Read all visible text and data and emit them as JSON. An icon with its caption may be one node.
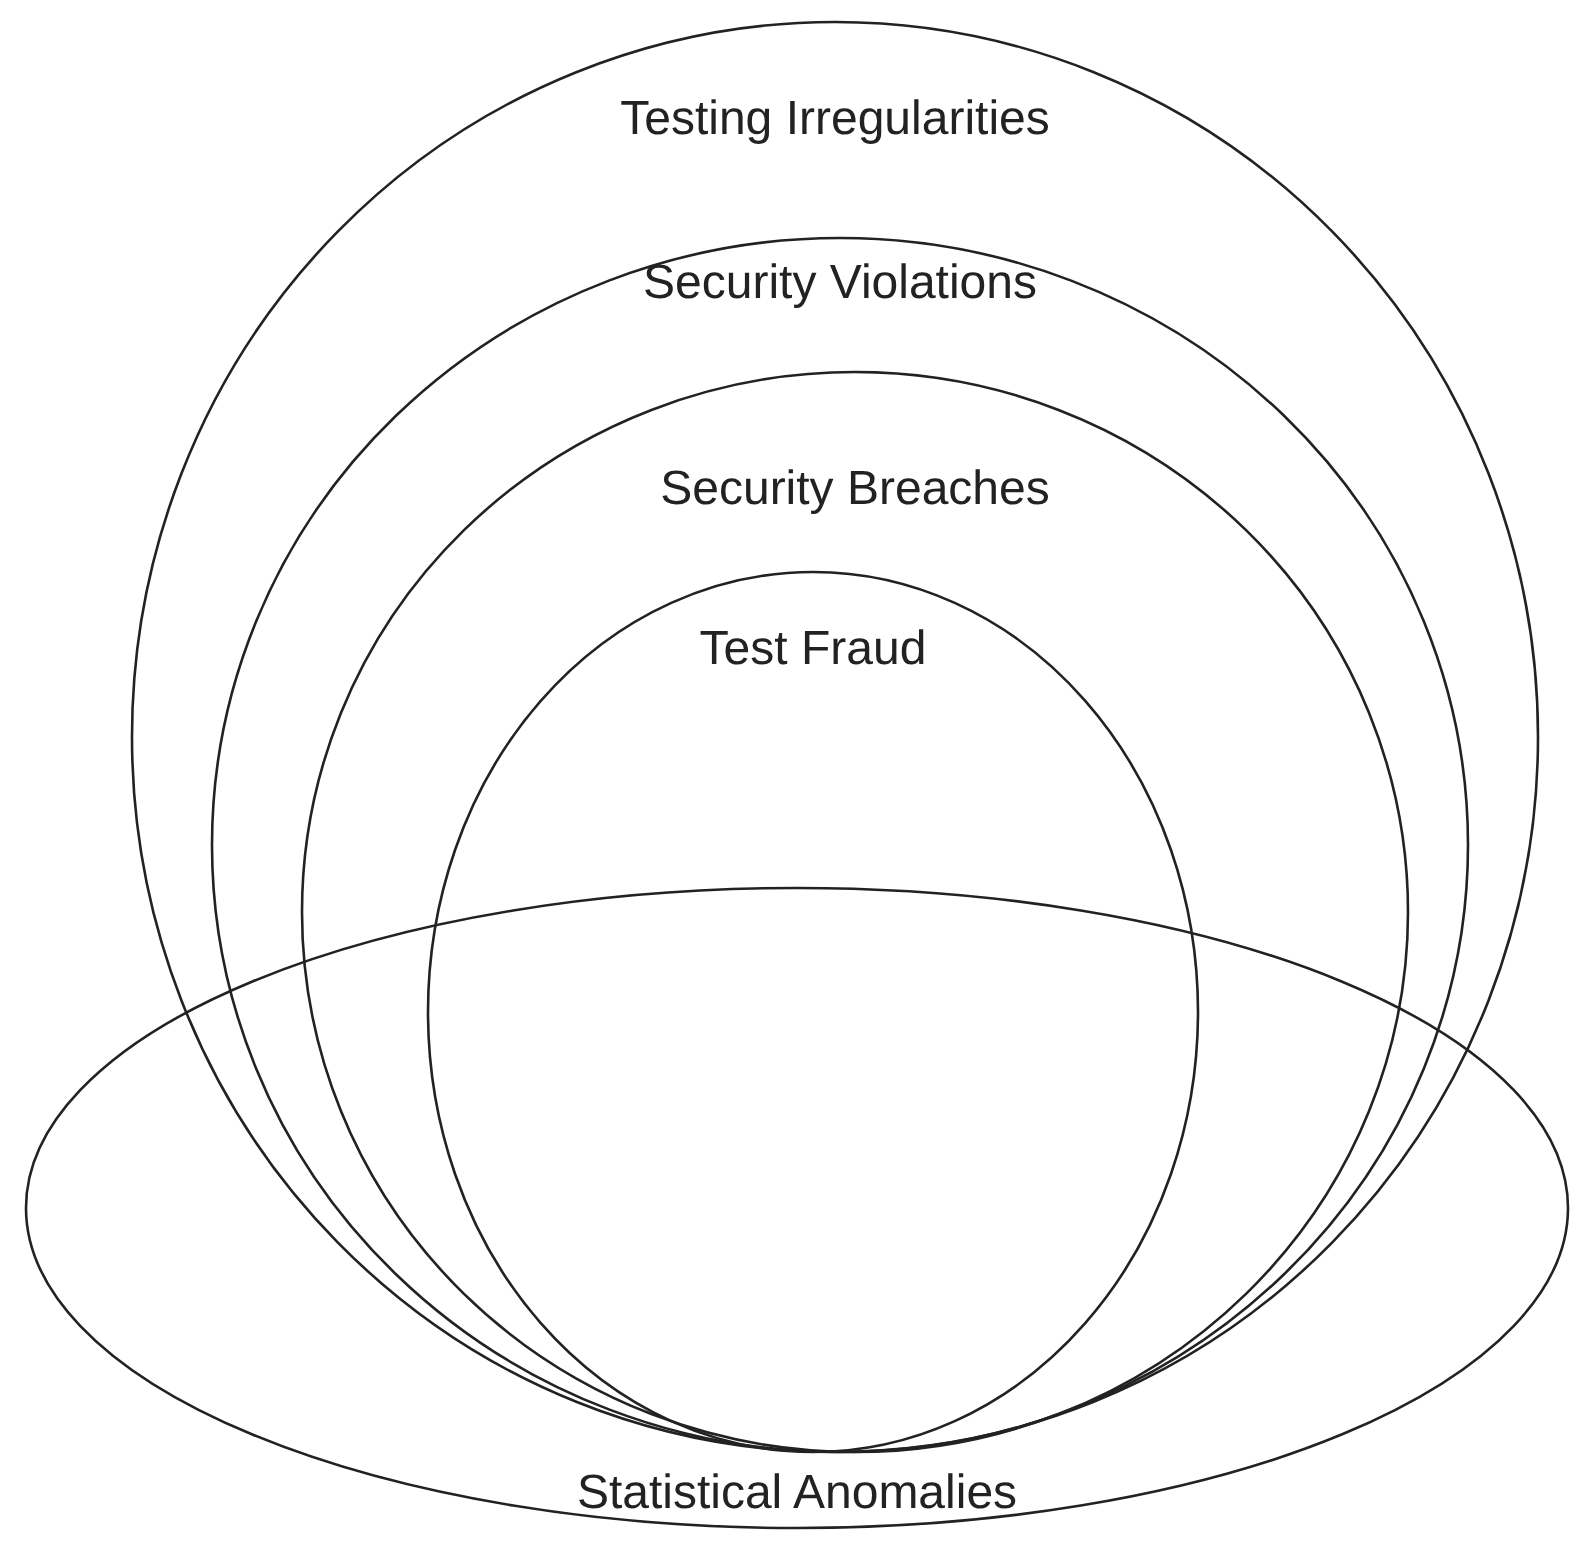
{
  "diagram": {
    "nodes": [
      {
        "text": [
          "Testing Irregularities"
        ]
      },
      {
        "text": [
          "Security Violations"
        ],
        "in": 0
      },
      {
        "text": [
          "Security Breaches"
        ],
        "in": 1
      },
      {
        "text": [
          "Test Fraud"
        ],
        "in": 2
      },
      {
        "text": [
          "Statistical Anomalies"
        ]
      }
    ]
  }
}
